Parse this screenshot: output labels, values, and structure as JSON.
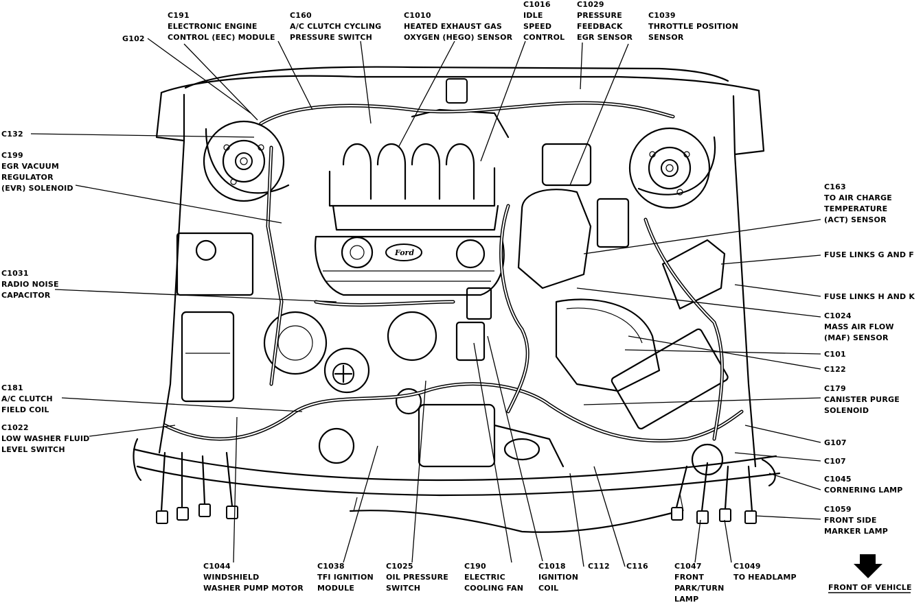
{
  "labels": {
    "g102": "G102",
    "c191": [
      "C191",
      "ELECTRONIC ENGINE",
      "CONTROL (EEC) MODULE"
    ],
    "c160": [
      "C160",
      "A/C CLUTCH CYCLING",
      "PRESSURE SWITCH"
    ],
    "c1010": [
      "C1010",
      "HEATED EXHAUST GAS",
      "OXYGEN (HEGO) SENSOR"
    ],
    "c1016": [
      "C1016",
      "IDLE",
      "SPEED",
      "CONTROL"
    ],
    "c1029": [
      "C1029",
      "PRESSURE",
      "FEEDBACK",
      "EGR SENSOR"
    ],
    "c1039": [
      "C1039",
      "THROTTLE POSITION",
      "SENSOR"
    ],
    "c132": "C132",
    "c199": [
      "C199",
      "EGR VACUUM",
      "REGULATOR",
      "(EVR) SOLENOID"
    ],
    "c163": [
      "C163",
      "TO AIR CHARGE",
      "TEMPERATURE",
      "(ACT) SENSOR"
    ],
    "fuse_gf": "FUSE LINKS G AND F",
    "fuse_hk": "FUSE LINKS H AND K",
    "c1031": [
      "C1031",
      "RADIO NOISE",
      "CAPACITOR"
    ],
    "c1024": [
      "C1024",
      "MASS AIR FLOW",
      "(MAF) SENSOR"
    ],
    "c101": "C101",
    "c122": "C122",
    "c181": [
      "C181",
      "A/C CLUTCH",
      "FIELD COIL"
    ],
    "c179": [
      "C179",
      "CANISTER PURGE",
      "SOLENOID"
    ],
    "c1022": [
      "C1022",
      "LOW WASHER FLUID",
      "LEVEL SWITCH"
    ],
    "g107": "G107",
    "c107": "C107",
    "c1045": [
      "C1045",
      "CORNERING LAMP"
    ],
    "c1059": [
      "C1059",
      "FRONT SIDE",
      "MARKER LAMP"
    ],
    "c1044": [
      "C1044",
      "WINDSHIELD",
      "WASHER PUMP MOTOR"
    ],
    "c1038": [
      "C1038",
      "TFI IGNITION",
      "MODULE"
    ],
    "c1025": [
      "C1025",
      "OIL PRESSURE",
      "SWITCH"
    ],
    "c190": [
      "C190",
      "ELECTRIC",
      "COOLING FAN"
    ],
    "c1018": [
      "C1018",
      "IGNITION",
      "COIL"
    ],
    "c112": "C112",
    "c116": "C116",
    "c1047": [
      "C1047",
      "FRONT",
      "PARK/TURN",
      "LAMP"
    ],
    "c1049": [
      "C1049",
      "TO HEADLAMP"
    ],
    "front_of_vehicle": "FRONT OF VEHICLE",
    "ford_logo": "Ford"
  }
}
